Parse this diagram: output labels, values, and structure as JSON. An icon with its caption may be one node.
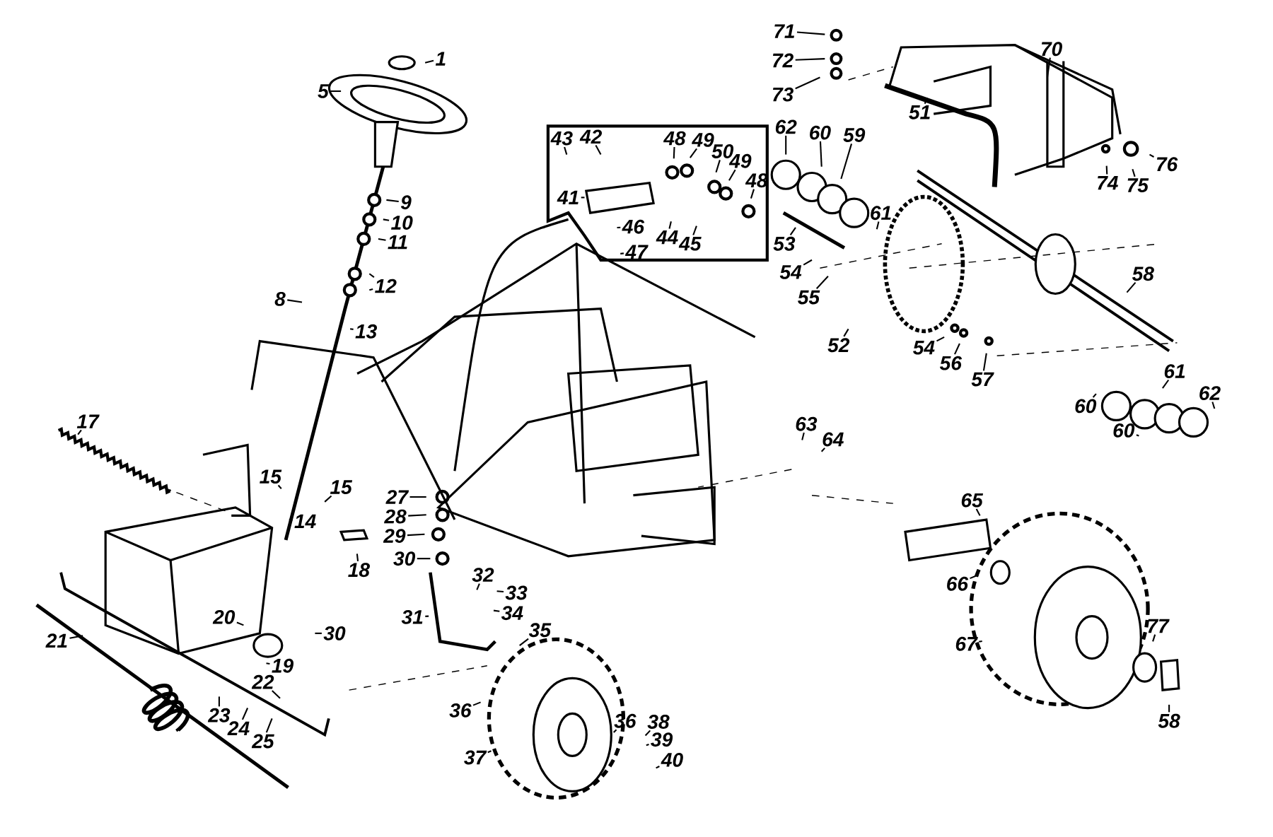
{
  "diagram": {
    "nodes": [
      {
        "text": [
          "1"
        ]
      },
      {
        "text": [
          "5"
        ]
      },
      {
        "text": [
          "9"
        ]
      },
      {
        "text": [
          "10"
        ]
      },
      {
        "text": [
          "11"
        ]
      },
      {
        "text": [
          "12"
        ]
      },
      {
        "text": [
          "8"
        ]
      },
      {
        "text": [
          "13"
        ]
      },
      {
        "text": [
          "17"
        ]
      },
      {
        "text": [
          "15"
        ]
      },
      {
        "text": [
          "15"
        ]
      },
      {
        "text": [
          "14"
        ]
      },
      {
        "text": [
          "27"
        ]
      },
      {
        "text": [
          "28"
        ]
      },
      {
        "text": [
          "29"
        ]
      },
      {
        "text": [
          "30"
        ]
      },
      {
        "text": [
          "18"
        ]
      },
      {
        "text": [
          "20"
        ]
      },
      {
        "text": [
          "19"
        ]
      },
      {
        "text": [
          "30"
        ]
      },
      {
        "text": [
          "31"
        ]
      },
      {
        "text": [
          "32"
        ]
      },
      {
        "text": [
          "33"
        ]
      },
      {
        "text": [
          "34"
        ]
      },
      {
        "text": [
          "35"
        ]
      },
      {
        "text": [
          "36"
        ]
      },
      {
        "text": [
          "36"
        ]
      },
      {
        "text": [
          "37"
        ]
      },
      {
        "text": [
          "38"
        ]
      },
      {
        "text": [
          "39"
        ]
      },
      {
        "text": [
          "40"
        ]
      },
      {
        "text": [
          "21"
        ]
      },
      {
        "text": [
          "22"
        ]
      },
      {
        "text": [
          "23"
        ]
      },
      {
        "text": [
          "24"
        ]
      },
      {
        "text": [
          "25"
        ]
      },
      {
        "text": [
          "41"
        ]
      },
      {
        "text": [
          "42"
        ]
      },
      {
        "text": [
          "43"
        ]
      },
      {
        "text": [
          "44"
        ]
      },
      {
        "text": [
          "45"
        ]
      },
      {
        "text": [
          "46"
        ]
      },
      {
        "text": [
          "47"
        ]
      },
      {
        "text": [
          "48"
        ]
      },
      {
        "text": [
          "49"
        ]
      },
      {
        "text": [
          "50"
        ]
      },
      {
        "text": [
          "49"
        ]
      },
      {
        "text": [
          "48"
        ]
      },
      {
        "text": [
          "71"
        ]
      },
      {
        "text": [
          "72"
        ]
      },
      {
        "text": [
          "73"
        ]
      },
      {
        "text": [
          "70"
        ]
      },
      {
        "text": [
          "51"
        ]
      },
      {
        "text": [
          "62"
        ]
      },
      {
        "text": [
          "60"
        ]
      },
      {
        "text": [
          "59"
        ]
      },
      {
        "text": [
          "61"
        ]
      },
      {
        "text": [
          "53"
        ]
      },
      {
        "text": [
          "54"
        ]
      },
      {
        "text": [
          "55"
        ]
      },
      {
        "text": [
          "52"
        ]
      },
      {
        "text": [
          "74"
        ]
      },
      {
        "text": [
          "75"
        ]
      },
      {
        "text": [
          "76"
        ]
      },
      {
        "text": [
          "58"
        ]
      },
      {
        "text": [
          "54"
        ]
      },
      {
        "text": [
          "56"
        ]
      },
      {
        "text": [
          "57"
        ]
      },
      {
        "text": [
          "61"
        ]
      },
      {
        "text": [
          "62"
        ]
      },
      {
        "text": [
          "60"
        ]
      },
      {
        "text": [
          "60"
        ]
      },
      {
        "text": [
          "63"
        ]
      },
      {
        "text": [
          "64"
        ]
      },
      {
        "text": [
          "65"
        ]
      },
      {
        "text": [
          "66"
        ]
      },
      {
        "text": [
          "67"
        ]
      },
      {
        "text": [
          "77"
        ]
      },
      {
        "text": [
          "58"
        ]
      }
    ],
    "edges": [
      {
        "from": 0,
        "to": null,
        "arrow": "none"
      },
      {
        "from": 1,
        "to": null,
        "arrow": "none"
      },
      {
        "from": 2,
        "to": null,
        "arrow": "none"
      },
      {
        "from": 3,
        "to": null,
        "arrow": "none"
      },
      {
        "from": 4,
        "to": null,
        "arrow": "none"
      },
      {
        "from": 5,
        "to": null,
        "arrow": "none"
      },
      {
        "from": 5,
        "to": null,
        "arrow": "none"
      },
      {
        "from": 6,
        "to": null,
        "arrow": "none"
      },
      {
        "from": 7,
        "to": null,
        "arrow": "none"
      },
      {
        "from": 8,
        "to": null,
        "arrow": "none"
      },
      {
        "from": 9,
        "to": null,
        "arrow": "none"
      },
      {
        "from": 10,
        "to": null,
        "arrow": "none"
      },
      {
        "from": 11,
        "to": null,
        "arrow": "none"
      },
      {
        "from": 12,
        "to": null,
        "arrow": "none"
      },
      {
        "from": 13,
        "to": null,
        "arrow": "none"
      },
      {
        "from": 14,
        "to": null,
        "arrow": "none"
      },
      {
        "from": 15,
        "to": null,
        "arrow": "none"
      },
      {
        "from": 16,
        "to": null,
        "arrow": "none"
      },
      {
        "from": 17,
        "to": null,
        "arrow": "none"
      },
      {
        "from": 18,
        "to": null,
        "arrow": "none"
      },
      {
        "from": 19,
        "to": null,
        "arrow": "none"
      },
      {
        "from": 20,
        "to": null,
        "arrow": "none"
      },
      {
        "from": 21,
        "to": null,
        "arrow": "none"
      },
      {
        "from": 22,
        "to": null,
        "arrow": "none"
      },
      {
        "from": 23,
        "to": null,
        "arrow": "none"
      },
      {
        "from": 24,
        "to": null,
        "arrow": "none"
      },
      {
        "from": 25,
        "to": null,
        "arrow": "none"
      },
      {
        "from": 26,
        "to": null,
        "arrow": "none"
      },
      {
        "from": 27,
        "to": null,
        "arrow": "none"
      },
      {
        "from": 28,
        "to": null,
        "arrow": "none"
      },
      {
        "from": 29,
        "to": null,
        "arrow": "none"
      },
      {
        "from": 30,
        "to": null,
        "arrow": "none"
      },
      {
        "from": 31,
        "to": null,
        "arrow": "none"
      },
      {
        "from": 32,
        "to": null,
        "arrow": "none"
      },
      {
        "from": 33,
        "to": null,
        "arrow": "none"
      },
      {
        "from": 34,
        "to": null,
        "arrow": "none"
      },
      {
        "from": 35,
        "to": null,
        "arrow": "none"
      },
      {
        "from": 36,
        "to": null,
        "arrow": "none"
      },
      {
        "from": 37,
        "to": null,
        "arrow": "none"
      },
      {
        "from": 38,
        "to": null,
        "arrow": "none"
      },
      {
        "from": 39,
        "to": null,
        "arrow": "none"
      },
      {
        "from": 40,
        "to": null,
        "arrow": "none"
      },
      {
        "from": 41,
        "to": null,
        "arrow": "none"
      },
      {
        "from": 42,
        "to": null,
        "arrow": "none"
      },
      {
        "from": 43,
        "to": null,
        "arrow": "none"
      },
      {
        "from": 44,
        "to": null,
        "arrow": "none"
      },
      {
        "from": 45,
        "to": null,
        "arrow": "none"
      },
      {
        "from": 46,
        "to": null,
        "arrow": "none"
      },
      {
        "from": 47,
        "to": null,
        "arrow": "none"
      },
      {
        "from": 48,
        "to": null,
        "arrow": "none"
      },
      {
        "from": 49,
        "to": null,
        "arrow": "none"
      },
      {
        "from": 50,
        "to": null,
        "arrow": "none"
      },
      {
        "from": 51,
        "to": null,
        "arrow": "none"
      },
      {
        "from": 52,
        "to": null,
        "arrow": "none"
      },
      {
        "from": 53,
        "to": null,
        "arrow": "none"
      },
      {
        "from": 54,
        "to": null,
        "arrow": "none"
      },
      {
        "from": 55,
        "to": null,
        "arrow": "none"
      },
      {
        "from": 56,
        "to": null,
        "arrow": "none"
      },
      {
        "from": 57,
        "to": null,
        "arrow": "none"
      },
      {
        "from": 58,
        "to": null,
        "arrow": "none"
      },
      {
        "from": 59,
        "to": null,
        "arrow": "none"
      },
      {
        "from": 60,
        "to": null,
        "arrow": "none"
      },
      {
        "from": 61,
        "to": null,
        "arrow": "none"
      },
      {
        "from": 62,
        "to": null,
        "arrow": "none"
      },
      {
        "from": 63,
        "to": null,
        "arrow": "none"
      },
      {
        "from": 64,
        "to": null,
        "arrow": "none"
      },
      {
        "from": 65,
        "to": null,
        "arrow": "none"
      },
      {
        "from": 66,
        "to": null,
        "arrow": "none"
      },
      {
        "from": 67,
        "to": null,
        "arrow": "none"
      },
      {
        "from": 68,
        "to": null,
        "arrow": "none"
      },
      {
        "from": 69,
        "to": null,
        "arrow": "none"
      },
      {
        "from": 70,
        "to": null,
        "arrow": "none"
      },
      {
        "from": 71,
        "to": null,
        "arrow": "none"
      },
      {
        "from": 72,
        "to": null,
        "arrow": "none"
      },
      {
        "from": 73,
        "to": null,
        "arrow": "none"
      },
      {
        "from": 74,
        "to": null,
        "arrow": "none"
      },
      {
        "from": 75,
        "to": null,
        "arrow": "none"
      },
      {
        "from": 76,
        "to": null,
        "arrow": "none"
      },
      {
        "from": 77,
        "to": null,
        "arrow": "none"
      },
      {
        "from": 78,
        "to": null,
        "arrow": "none"
      }
    ]
  }
}
